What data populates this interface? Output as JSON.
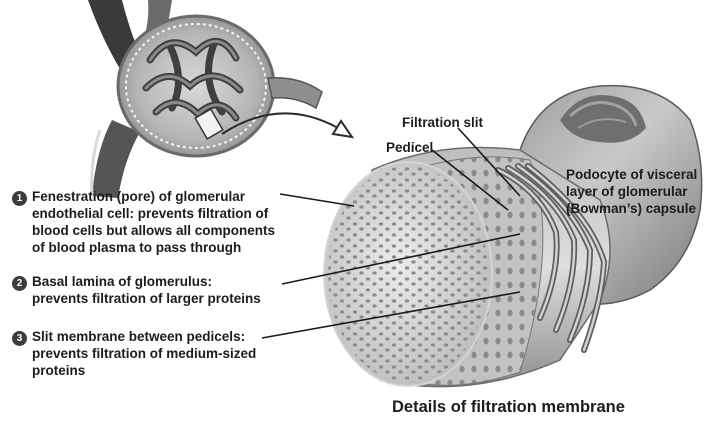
{
  "labels": {
    "filtration_slit": "Filtration slit",
    "pedicel": "Pedicel",
    "podocyte": [
      "Podocyte of visceral",
      "layer of glomerular",
      "(Bowman’s) capsule"
    ]
  },
  "items": [
    {
      "number": "1",
      "lines": [
        "Fenestration (pore) of glomerular",
        "endothelial cell: prevents filtration of",
        "blood cells but allows all components",
        "of blood plasma to pass through"
      ]
    },
    {
      "number": "2",
      "lines": [
        "Basal lamina of glomerulus:",
        "prevents filtration of larger proteins"
      ]
    },
    {
      "number": "3",
      "lines": [
        "Slit membrane between pedicels:",
        "prevents filtration of medium-sized",
        "proteins"
      ]
    }
  ],
  "caption": "Details of filtration membrane"
}
